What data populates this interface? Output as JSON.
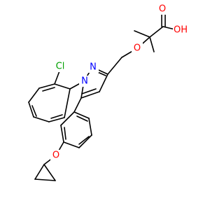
{
  "molecule": {
    "colors": {
      "bond": "#000000",
      "oxygen": "#ff0000",
      "nitrogen": "#0000ff",
      "chlorine": "#00a000"
    },
    "labels": {
      "acid_oxygen_carbonyl": "O",
      "acid_oxygen_hydroxyl": "OH",
      "ether_oxygen_main": "O",
      "ether_oxygen_aryl": "O",
      "pyrazole_n1": "N",
      "pyrazole_n2": "N",
      "chlorine": "Cl"
    }
  }
}
